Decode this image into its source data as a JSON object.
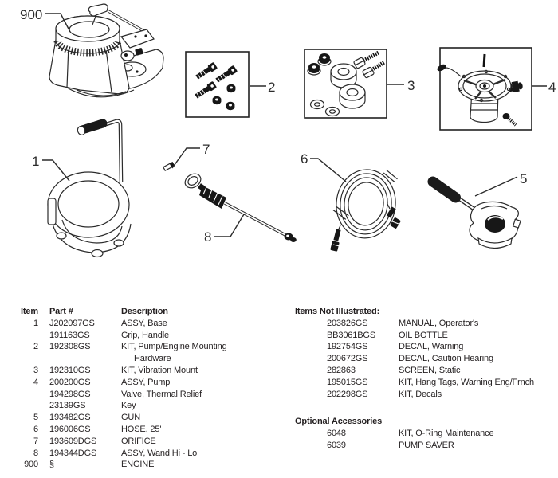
{
  "colors": {
    "ink": "#231f20",
    "line_art": "#2b2b2b",
    "dark_fill": "#171717",
    "background": "#ffffff"
  },
  "diagram": {
    "callouts": [
      {
        "label": "900",
        "part": "engine"
      },
      {
        "label": "1",
        "part": "base-assembly"
      },
      {
        "label": "2",
        "part": "pump-engine-mounting-hardware-kit"
      },
      {
        "label": "3",
        "part": "vibration-mount-kit"
      },
      {
        "label": "4",
        "part": "pump-assembly"
      },
      {
        "label": "5",
        "part": "gun"
      },
      {
        "label": "6",
        "part": "hose"
      },
      {
        "label": "7",
        "part": "orifice"
      },
      {
        "label": "8",
        "part": "wand-assembly"
      }
    ]
  },
  "parts_table": {
    "headers": {
      "item": "Item",
      "part": "Part #",
      "description": "Description"
    },
    "rows": [
      {
        "item": "1",
        "part": "J202097GS",
        "desc": "ASSY, Base"
      },
      {
        "item": "",
        "part": "191163GS",
        "desc": "Grip, Handle"
      },
      {
        "item": "2",
        "part": "192308GS",
        "desc": "KIT, Pump/Engine Mounting"
      },
      {
        "item": "",
        "part": "",
        "desc": "Hardware"
      },
      {
        "item": "3",
        "part": "192310GS",
        "desc": "KIT, Vibration Mount"
      },
      {
        "item": "4",
        "part": "200200GS",
        "desc": "ASSY, Pump"
      },
      {
        "item": "",
        "part": "194298GS",
        "desc": "Valve, Thermal Relief"
      },
      {
        "item": "",
        "part": "23139GS",
        "desc": "Key"
      },
      {
        "item": "5",
        "part": "193482GS",
        "desc": "GUN"
      },
      {
        "item": "6",
        "part": "196006GS",
        "desc": "HOSE, 25'"
      },
      {
        "item": "7",
        "part": "193609DGS",
        "desc": "ORIFICE"
      },
      {
        "item": "8",
        "part": "194344DGS",
        "desc": "ASSY, Wand Hi - Lo"
      },
      {
        "item": "900",
        "part": "§",
        "desc": "ENGINE"
      }
    ]
  },
  "not_illustrated": {
    "title": "Items Not Illustrated:",
    "rows": [
      {
        "part": "203826GS",
        "desc": "MANUAL, Operator's"
      },
      {
        "part": "BB3061BGS",
        "desc": "OIL BOTTLE"
      },
      {
        "part": "192754GS",
        "desc": "DECAL, Warning"
      },
      {
        "part": "200672GS",
        "desc": "DECAL, Caution Hearing"
      },
      {
        "part": "282863",
        "desc": "SCREEN, Static"
      },
      {
        "part": "195015GS",
        "desc": "KIT, Hang Tags, Warning Eng/Frnch"
      },
      {
        "part": "202298GS",
        "desc": "KIT, Decals"
      }
    ]
  },
  "optional_accessories": {
    "title": "Optional Accessories",
    "rows": [
      {
        "part": "6048",
        "desc": "KIT, O-Ring Maintenance"
      },
      {
        "part": "6039",
        "desc": "PUMP SAVER"
      }
    ]
  }
}
